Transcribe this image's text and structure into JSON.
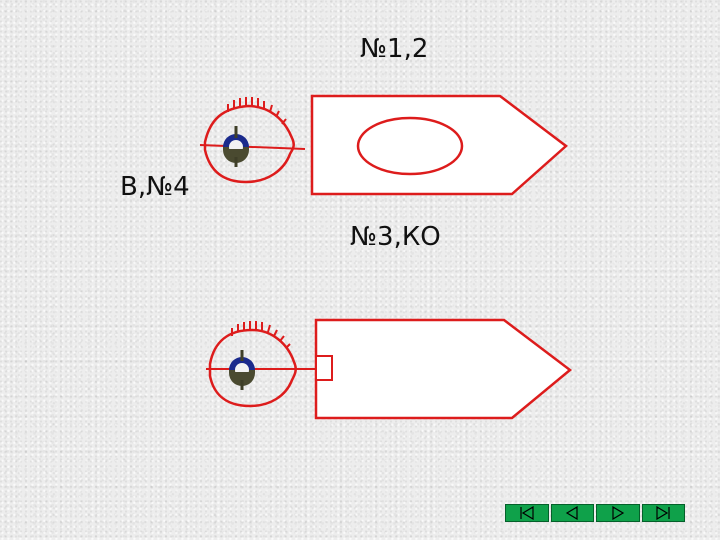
{
  "labels": {
    "top": "№1,2",
    "left": "В,№4",
    "middle": "№3,КО"
  },
  "colors": {
    "outline": "#dd1c1c",
    "pupil_ring": "#1a2a8c",
    "pupil_fill": "#4a4a30",
    "nav_green": "#0fa14a"
  },
  "navigation": [
    {
      "icon": "first-slide-icon"
    },
    {
      "icon": "previous-slide-icon"
    },
    {
      "icon": "next-slide-icon"
    },
    {
      "icon": "last-slide-icon"
    }
  ]
}
